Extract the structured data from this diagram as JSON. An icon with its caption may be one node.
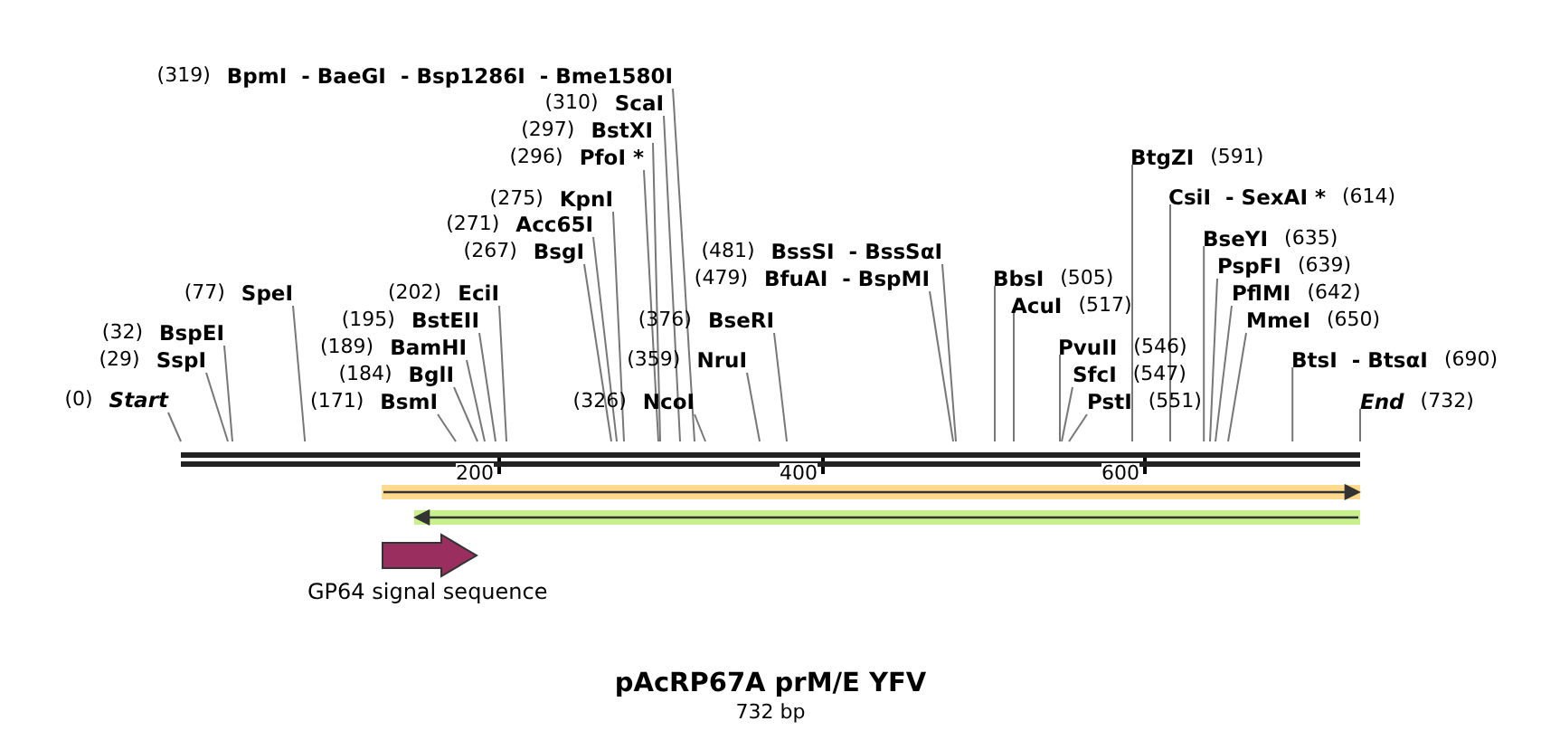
{
  "diagram": {
    "title": "pAcRP67A prM/E YFV",
    "caption": "732 bp",
    "nodes": [
      {
        "text": [],
        "shape": "bar"
      },
      {
        "text": [
          "(0)",
          "Start"
        ]
      },
      {
        "text": [
          "(29)",
          "SspI"
        ]
      },
      {
        "text": [
          "(32)",
          "BspEI"
        ]
      },
      {
        "text": [
          "(77)",
          "SpeI"
        ]
      },
      {
        "text": [
          "(171)",
          "BsmI"
        ]
      },
      {
        "text": [
          "(184)",
          "BglI"
        ]
      },
      {
        "text": [
          "(189)",
          "BamHI"
        ]
      },
      {
        "text": [
          "(195)",
          "BstEII"
        ]
      },
      {
        "text": [
          "(202)",
          "EciI"
        ]
      },
      {
        "text": [
          "(267)",
          "BsgI"
        ]
      },
      {
        "text": [
          "(271)",
          "Acc65I"
        ]
      },
      {
        "text": [
          "(275)",
          "KpnI"
        ]
      },
      {
        "text": [
          "(296)",
          "PfoI *"
        ]
      },
      {
        "text": [
          "(297)",
          "BstXI"
        ]
      },
      {
        "text": [
          "(310)",
          "ScaI"
        ]
      },
      {
        "text": [
          "(319)",
          "BpmI  - BaeGI  - Bsp1286I  - Bme1580I"
        ]
      },
      {
        "text": [
          "(326)",
          "NcoI"
        ]
      },
      {
        "text": [
          "(359)",
          "NruI"
        ]
      },
      {
        "text": [
          "(376)",
          "BseRI"
        ]
      },
      {
        "text": [
          "(479)",
          "BfuAI  - BspMI"
        ]
      },
      {
        "text": [
          "(481)",
          "BssSI  - BssSαI"
        ]
      },
      {
        "text": [
          "BbsI",
          "(505)"
        ]
      },
      {
        "text": [
          "AcuI",
          "(517)"
        ]
      },
      {
        "text": [
          "PvuII",
          "(546)"
        ]
      },
      {
        "text": [
          "SfcI",
          "(547)"
        ]
      },
      {
        "text": [
          "PstI",
          "(551)"
        ]
      },
      {
        "text": [
          "BtgZI",
          "(591)"
        ]
      },
      {
        "text": [
          "CsiI  - SexAI *",
          "(614)"
        ]
      },
      {
        "text": [
          "BseYI",
          "(635)"
        ]
      },
      {
        "text": [
          "PspFI",
          "(639)"
        ]
      },
      {
        "text": [
          "PflMI",
          "(642)"
        ]
      },
      {
        "text": [
          "MmeI",
          "(650)"
        ]
      },
      {
        "text": [
          "BtsI  - BtsαI",
          "(690)"
        ]
      },
      {
        "text": [
          "End",
          "(732)"
        ]
      },
      {
        "text": [],
        "shape": "arrow"
      },
      {
        "text": [],
        "shape": "arrow"
      },
      {
        "text": [
          "GP64 signal sequence"
        ]
      }
    ],
    "edges": [
      {
        "from": 1,
        "to": 0,
        "arrow": "none"
      },
      {
        "from": 2,
        "to": 0,
        "arrow": "none"
      },
      {
        "from": 3,
        "to": 0,
        "arrow": "none"
      },
      {
        "from": 4,
        "to": 0,
        "arrow": "none"
      },
      {
        "from": 5,
        "to": 0,
        "arrow": "none"
      },
      {
        "from": 6,
        "to": 0,
        "arrow": "none"
      },
      {
        "from": 7,
        "to": 0,
        "arrow": "none"
      },
      {
        "from": 8,
        "to": 0,
        "arrow": "none"
      },
      {
        "from": 9,
        "to": 0,
        "arrow": "none"
      },
      {
        "from": 10,
        "to": 0,
        "arrow": "none"
      },
      {
        "from": 11,
        "to": 0,
        "arrow": "none"
      },
      {
        "from": 12,
        "to": 0,
        "arrow": "none"
      },
      {
        "from": 13,
        "to": 0,
        "arrow": "none"
      },
      {
        "from": 14,
        "to": 0,
        "arrow": "none"
      },
      {
        "from": 15,
        "to": 0,
        "arrow": "none"
      },
      {
        "from": 16,
        "to": 0,
        "arrow": "none"
      },
      {
        "from": 17,
        "to": 0,
        "arrow": "none"
      },
      {
        "from": 18,
        "to": 0,
        "arrow": "none"
      },
      {
        "from": 19,
        "to": 0,
        "arrow": "none"
      },
      {
        "from": 20,
        "to": 0,
        "arrow": "none"
      },
      {
        "from": 21,
        "to": 0,
        "arrow": "none"
      },
      {
        "from": 22,
        "to": 0,
        "arrow": "none"
      },
      {
        "from": 23,
        "to": 0,
        "arrow": "none"
      },
      {
        "from": 24,
        "to": 0,
        "arrow": "none"
      },
      {
        "from": 25,
        "to": 0,
        "arrow": "none"
      },
      {
        "from": 26,
        "to": 0,
        "arrow": "none"
      },
      {
        "from": 27,
        "to": 0,
        "arrow": "none"
      },
      {
        "from": 28,
        "to": 0,
        "arrow": "none"
      },
      {
        "from": 29,
        "to": 0,
        "arrow": "none"
      },
      {
        "from": 30,
        "to": 0,
        "arrow": "none"
      },
      {
        "from": 31,
        "to": 0,
        "arrow": "none"
      },
      {
        "from": 32,
        "to": 0,
        "arrow": "none"
      },
      {
        "from": 33,
        "to": 0,
        "arrow": "none"
      },
      {
        "from": 34,
        "to": 0,
        "arrow": "none"
      }
    ],
    "labels": [
      "200",
      "400",
      "600"
    ]
  }
}
